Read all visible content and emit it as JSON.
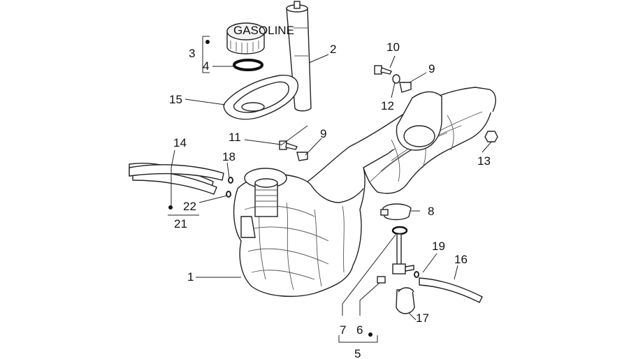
{
  "cap_text": "GASOLINE",
  "callouts": {
    "n1": "1",
    "n2": "2",
    "n3": "3",
    "n4": "4",
    "n5": "5",
    "n6": "6",
    "n7": "7",
    "n8": "8",
    "n9a": "9",
    "n9b": "9",
    "n10": "10",
    "n11": "11",
    "n12": "12",
    "n13": "13",
    "n14": "14",
    "n15": "15",
    "n16": "16",
    "n17": "17",
    "n18": "18",
    "n19": "19",
    "n21": "21",
    "n22": "22"
  }
}
